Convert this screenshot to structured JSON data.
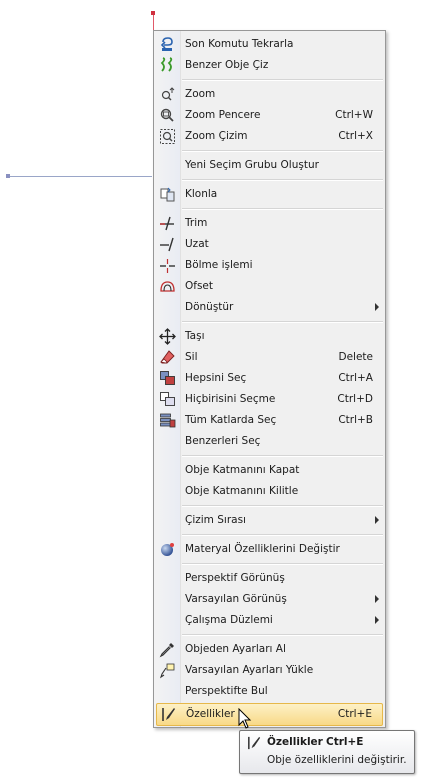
{
  "menu": {
    "items": [
      {
        "label": "Son Komutu Tekrarla",
        "shortcut": "",
        "icon": "redo-arrow-icon"
      },
      {
        "label": "Benzer Obje Çiz",
        "shortcut": "",
        "icon": "similar-object-icon"
      },
      {
        "label": "Zoom",
        "shortcut": "",
        "icon": "zoom-icon"
      },
      {
        "label": "Zoom Pencere",
        "shortcut": "Ctrl+W",
        "icon": "zoom-window-icon"
      },
      {
        "label": "Zoom Çizim",
        "shortcut": "Ctrl+X",
        "icon": "zoom-extents-icon"
      },
      {
        "label": "Yeni Seçim Grubu Oluştur",
        "shortcut": "",
        "icon": ""
      },
      {
        "label": "Klonla",
        "shortcut": "",
        "icon": "clone-icon"
      },
      {
        "label": "Trim",
        "shortcut": "",
        "icon": "trim-icon"
      },
      {
        "label": "Uzat",
        "shortcut": "",
        "icon": "extend-icon"
      },
      {
        "label": "Bölme işlemi",
        "shortcut": "",
        "icon": "split-icon"
      },
      {
        "label": "Ofset",
        "shortcut": "",
        "icon": "offset-icon"
      },
      {
        "label": "Dönüştür",
        "shortcut": "",
        "icon": "",
        "submenu": true
      },
      {
        "label": "Taşı",
        "shortcut": "",
        "icon": "move-icon"
      },
      {
        "label": "Sil",
        "shortcut": "Delete",
        "icon": "eraser-icon"
      },
      {
        "label": "Hepsini Seç",
        "shortcut": "Ctrl+A",
        "icon": "select-all-icon"
      },
      {
        "label": "Hiçbirisini Seçme",
        "shortcut": "Ctrl+D",
        "icon": "select-none-icon"
      },
      {
        "label": "Tüm Katlarda Seç",
        "shortcut": "Ctrl+B",
        "icon": "select-all-floors-icon"
      },
      {
        "label": "Benzerleri Seç",
        "shortcut": "",
        "icon": ""
      },
      {
        "label": "Obje Katmanını Kapat",
        "shortcut": "",
        "icon": ""
      },
      {
        "label": "Obje Katmanını Kilitle",
        "shortcut": "",
        "icon": ""
      },
      {
        "label": "Çizim Sırası",
        "shortcut": "",
        "icon": "",
        "submenu": true
      },
      {
        "label": "Materyal Özelliklerini Değiştir",
        "shortcut": "",
        "icon": "material-sphere-icon"
      },
      {
        "label": "Perspektif Görünüş",
        "shortcut": "",
        "icon": ""
      },
      {
        "label": "Varsayılan Görünüş",
        "shortcut": "",
        "icon": "",
        "submenu": true
      },
      {
        "label": "Çalışma Düzlemi",
        "shortcut": "",
        "icon": "",
        "submenu": true
      },
      {
        "label": "Objeden Ayarları Al",
        "shortcut": "",
        "icon": "eyedropper-icon"
      },
      {
        "label": "Varsayılan Ayarları Yükle",
        "shortcut": "",
        "icon": "load-defaults-icon"
      },
      {
        "label": "Perspektifte Bul",
        "shortcut": "",
        "icon": ""
      },
      {
        "label": "Özellikler",
        "shortcut": "Ctrl+E",
        "icon": "properties-icon",
        "highlight": true
      }
    ]
  },
  "tooltip": {
    "title": "Özellikler",
    "shortcut": "Ctrl+E",
    "description": "Obje özelliklerini değiştirir."
  },
  "colors": {
    "highlight": "#f8d987",
    "menu_bg": "#f0f0f0",
    "accent_red": "#e05a6a"
  }
}
